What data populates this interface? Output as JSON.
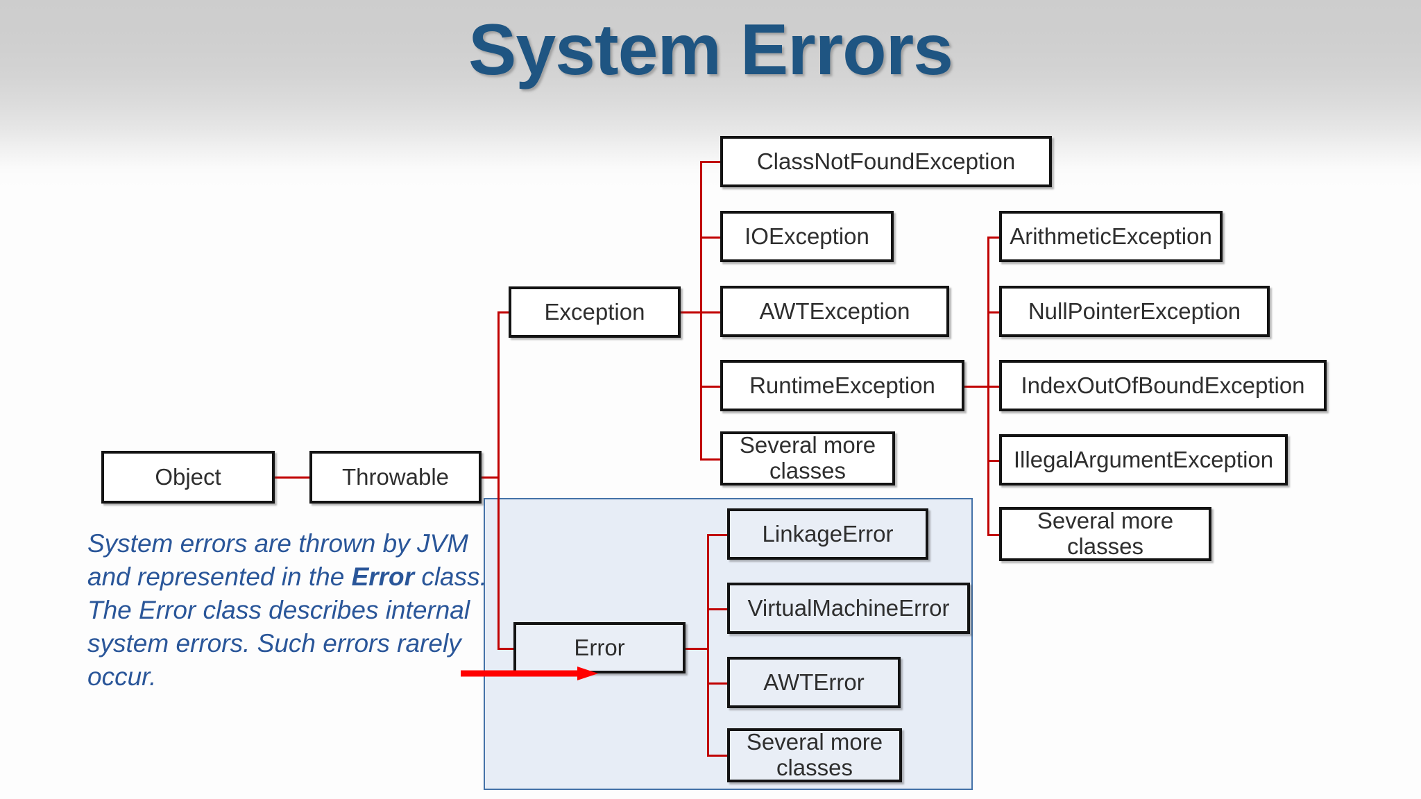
{
  "slide": {
    "title": "System Errors",
    "title_color": "#1f5582",
    "background_top_color": "#cdcdcd",
    "background_bottom_color": "#fdfdfd",
    "connector_color": "#c00000",
    "arrow_color": "#ff0000",
    "highlight_panel": {
      "fill_color": "#e7edf6",
      "border_color": "#4472a8"
    }
  },
  "caption": {
    "part1": "System errors are thrown by JVM and represented in the ",
    "emphasis": "Error",
    "part2": " class. The Error class describes internal system errors. Such errors rarely occur.",
    "color": "#2a5699"
  },
  "hierarchy": {
    "root": "Object",
    "throwable": "Throwable",
    "branches": [
      {
        "name": "Exception",
        "children": [
          "ClassNotFoundException",
          "IOException",
          "AWTException",
          "RuntimeException",
          "Several more classes"
        ]
      },
      {
        "name": "Error",
        "children": [
          "LinkageError",
          "VirtualMachineError",
          "AWTError",
          "Several more classes"
        ]
      }
    ],
    "runtime_exception_children": [
      "ArithmeticException",
      "NullPointerException",
      "IndexOutOfBoundException",
      "IllegalArgumentException",
      "Several more classes"
    ]
  }
}
